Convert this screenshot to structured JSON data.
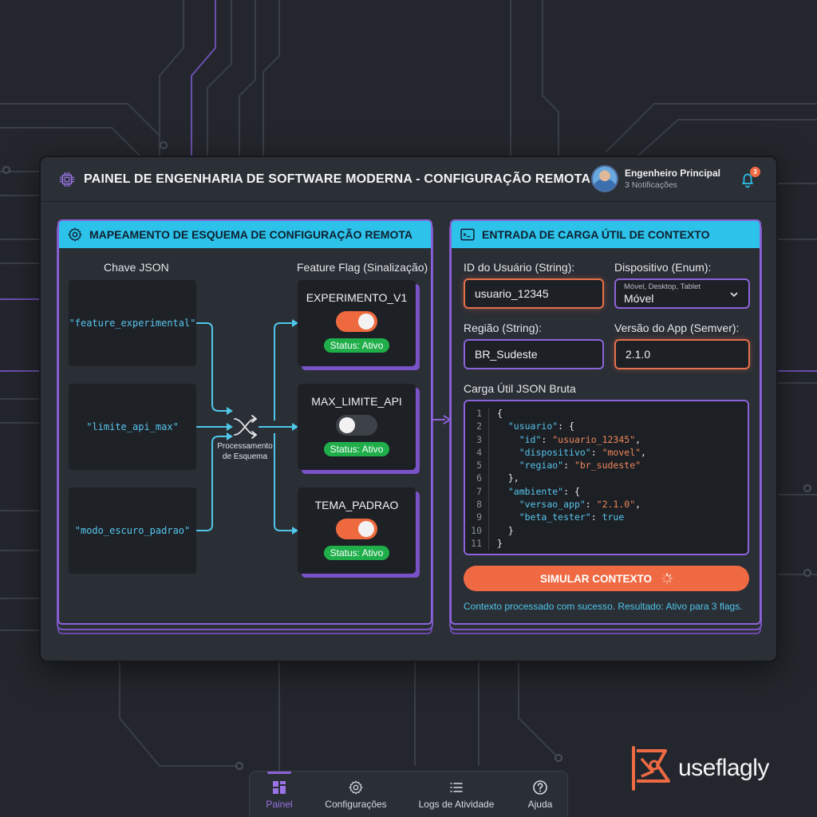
{
  "header": {
    "title": "PAINEL DE ENGENHARIA DE SOFTWARE MODERNA - CONFIGURAÇÃO REMOTA",
    "user_name": "Engenheiro Principal",
    "user_sub": "3 Notificações",
    "notification_count": "3"
  },
  "left_panel": {
    "title": "MAPEAMENTO DE ESQUEMA DE CONFIGURAÇÃO REMOTA",
    "col_keys": "Chave JSON",
    "col_flags": "Feature Flag (Sinalização)",
    "processing_label": "Processamento de Esquema",
    "keys": [
      "\"feature_experimental\"",
      "\"limite_api_max\"",
      "\"modo_escuro_padrao\""
    ],
    "flags": [
      {
        "name": "EXPERIMENTO_V1",
        "state": "on",
        "status": "Status: Ativo"
      },
      {
        "name": "MAX_LIMITE_API",
        "state": "off",
        "status": "Status: Ativo"
      },
      {
        "name": "TEMA_PADRAO",
        "state": "on",
        "status": "Status: Ativo"
      }
    ]
  },
  "right_panel": {
    "title": "ENTRADA DE CARGA ÚTIL DE CONTEXTO",
    "user_id_label": "ID do Usuário (String):",
    "user_id_value": "usuario_12345",
    "device_label": "Dispositivo (Enum):",
    "device_options_hint": "Móvel, Desktop, Tablet",
    "device_value": "Móvel",
    "region_label": "Região (String):",
    "region_value": "BR_Sudeste",
    "version_label": "Versão do App (Semver):",
    "version_value": "2.1.0",
    "payload_label": "Carga Útil JSON Bruta",
    "simulate_button": "SIMULAR CONTEXTO",
    "result_message": "Contexto processado com sucesso. Resultado: Ativo para 3 flags."
  },
  "code_lines": [
    "1",
    "2",
    "3",
    "4",
    "5",
    "6",
    "7",
    "8",
    "9",
    "10",
    "11"
  ],
  "bottom_nav": {
    "items": [
      "Painel",
      "Configurações",
      "Logs de Atividade",
      "Ajuda"
    ]
  },
  "brand": {
    "name": "useflagly"
  },
  "colors": {
    "accent_purple": "#8c63d8",
    "accent_cyan": "#2cc2ea",
    "accent_orange": "#ef6a43",
    "status_green": "#1fae4a"
  },
  "icons": [
    "chip-icon",
    "bell-icon",
    "gear-icon",
    "terminal-icon",
    "shuffle-icon",
    "chevron-down-icon",
    "spinner-icon",
    "dashboard-icon",
    "list-icon",
    "help-icon"
  ]
}
